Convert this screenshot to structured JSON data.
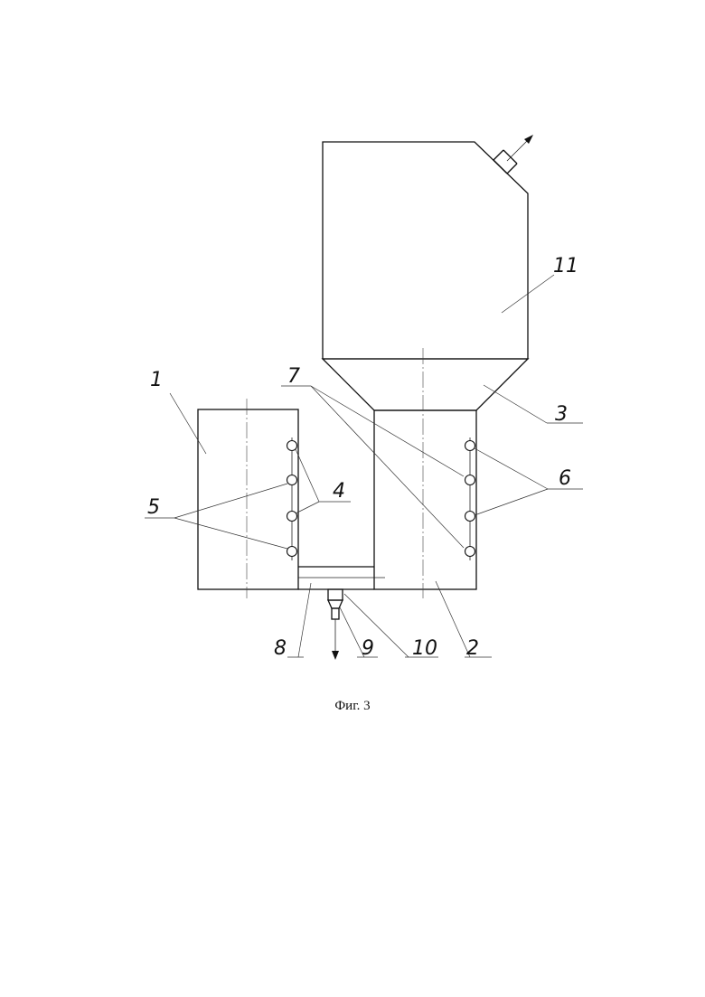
{
  "figure": {
    "caption": "Фиг. 3",
    "labels": {
      "part_1": "1",
      "part_2": "2",
      "part_3": "3",
      "part_4": "4",
      "part_5": "5",
      "part_6": "6",
      "part_7": "7",
      "part_8": "8",
      "part_9": "9",
      "part_10": "10",
      "part_11": "11"
    }
  }
}
